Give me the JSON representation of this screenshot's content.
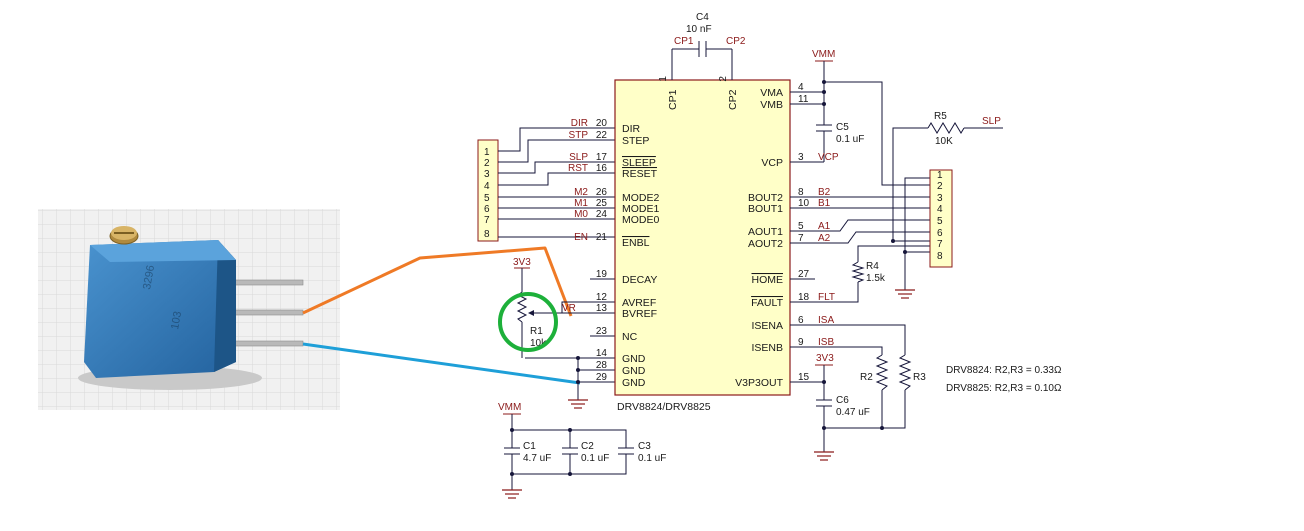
{
  "ic": {
    "name": "DRV8824/DRV8825"
  },
  "left_pins": [
    {
      "num": "20",
      "name": "DIR",
      "net": "DIR",
      "overline": false
    },
    {
      "num": "22",
      "name": "STEP",
      "net": "STP",
      "overline": false
    },
    {
      "num": "17",
      "name": "SLEEP",
      "net": "SLP",
      "overline": true
    },
    {
      "num": "16",
      "name": "RESET",
      "net": "RST",
      "overline": true
    },
    {
      "num": "26",
      "name": "MODE2",
      "net": "M2",
      "overline": false
    },
    {
      "num": "25",
      "name": "MODE1",
      "net": "M1",
      "overline": false
    },
    {
      "num": "24",
      "name": "MODE0",
      "net": "M0",
      "overline": false
    },
    {
      "num": "21",
      "name": "ENBL",
      "net": "EN",
      "overline": true
    },
    {
      "num": "19",
      "name": "DECAY",
      "net": "",
      "overline": false
    },
    {
      "num": "12",
      "name": "AVREF",
      "net": "",
      "overline": false
    },
    {
      "num": "13",
      "name": "BVREF",
      "net": "",
      "overline": false
    },
    {
      "num": "23",
      "name": "NC",
      "net": "",
      "overline": false
    },
    {
      "num": "14",
      "name": "GND",
      "net": "",
      "overline": false
    },
    {
      "num": "28",
      "name": "GND",
      "net": "",
      "overline": false
    },
    {
      "num": "29",
      "name": "GND",
      "net": "",
      "overline": false
    }
  ],
  "right_pins": [
    {
      "num": "4",
      "name": "VMA",
      "net": "",
      "overline": false
    },
    {
      "num": "11",
      "name": "VMB",
      "net": "",
      "overline": false
    },
    {
      "num": "3",
      "name": "VCP",
      "net": "VCP",
      "overline": false
    },
    {
      "num": "8",
      "name": "BOUT2",
      "net": "B2",
      "overline": false
    },
    {
      "num": "10",
      "name": "BOUT1",
      "net": "B1",
      "overline": false
    },
    {
      "num": "5",
      "name": "AOUT1",
      "net": "A1",
      "overline": false
    },
    {
      "num": "7",
      "name": "AOUT2",
      "net": "A2",
      "overline": false
    },
    {
      "num": "27",
      "name": "HOME",
      "net": "",
      "overline": true
    },
    {
      "num": "18",
      "name": "FAULT",
      "net": "FLT",
      "overline": true
    },
    {
      "num": "6",
      "name": "ISENA",
      "net": "ISA",
      "overline": false
    },
    {
      "num": "9",
      "name": "ISENB",
      "net": "ISB",
      "overline": false
    },
    {
      "num": "15",
      "name": "V3P3OUT",
      "net": "",
      "overline": false
    }
  ],
  "top_pins": [
    {
      "num": "1",
      "name": "CP1"
    },
    {
      "num": "2",
      "name": "CP2"
    }
  ],
  "left_header": {
    "pins": [
      "1",
      "2",
      "3",
      "4",
      "5",
      "6",
      "7",
      "8"
    ]
  },
  "right_header": {
    "pins": [
      "1",
      "2",
      "3",
      "4",
      "5",
      "6",
      "7",
      "8"
    ]
  },
  "c4": {
    "ref": "C4",
    "value": "10 nF",
    "net_left": "CP1",
    "net_right": "CP2"
  },
  "c5": {
    "ref": "C5",
    "value": "0.1 uF"
  },
  "c6": {
    "ref": "C6",
    "value": "0.47 uF"
  },
  "c1": {
    "ref": "C1",
    "value": "4.7 uF"
  },
  "c2": {
    "ref": "C2",
    "value": "0.1 uF"
  },
  "c3": {
    "ref": "C3",
    "value": "0.1 uF"
  },
  "r1": {
    "ref": "R1",
    "value": "10k"
  },
  "r2": {
    "ref": "R2"
  },
  "r3": {
    "ref": "R3"
  },
  "r4": {
    "ref": "R4",
    "value": "1.5k"
  },
  "r5": {
    "ref": "R5",
    "value": "10K",
    "net": "SLP"
  },
  "power": {
    "vmm": "VMM",
    "v3v3": "3V3"
  },
  "pot_tag": "VR",
  "notes": [
    "DRV8824: R2,R3 = 0.33Ω",
    "DRV8825: R2,R3 = 0.10Ω"
  ],
  "photo": {
    "subject": "blue trimmer potentiometer with three pins"
  },
  "colors": {
    "wire": "#16163a",
    "net_label": "#8b1a1a",
    "ic_fill": "#ffffc8",
    "ic_stroke": "#8b1a1a",
    "annotation_orange": "#ef7a26",
    "annotation_blue": "#1e9fd8",
    "annotation_green": "#1db03a",
    "pot_body": "#2c77b6"
  }
}
